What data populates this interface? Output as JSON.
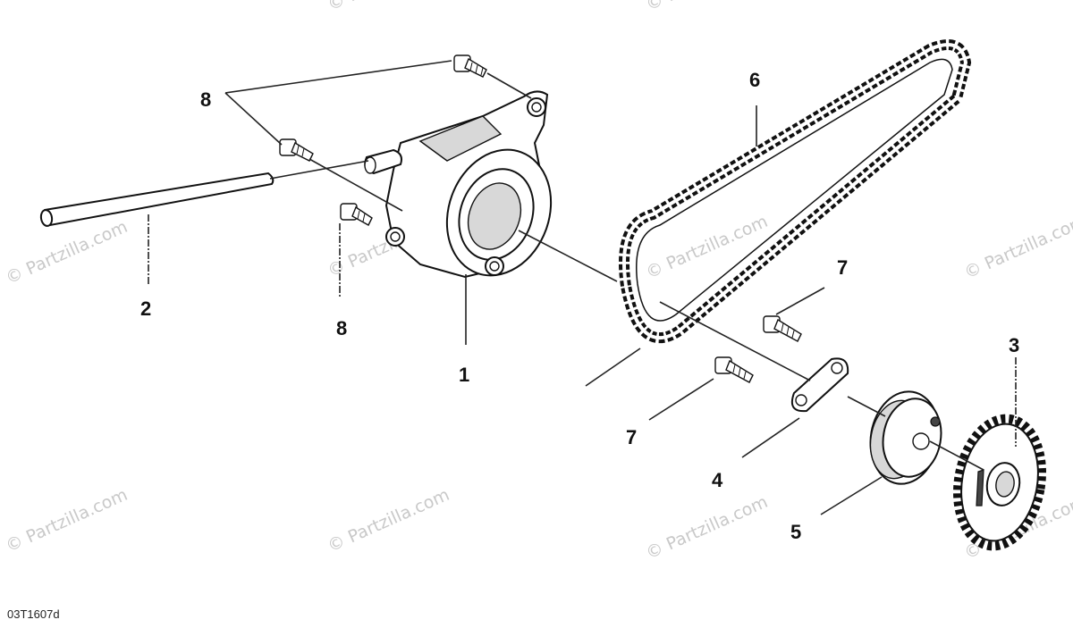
{
  "diagram": {
    "code": "03T1607d",
    "watermark": "© Partzilla.com",
    "callouts": [
      {
        "id": "c1",
        "label": "1"
      },
      {
        "id": "c2",
        "label": "2"
      },
      {
        "id": "c3",
        "label": "3"
      },
      {
        "id": "c4",
        "label": "4"
      },
      {
        "id": "c5",
        "label": "5"
      },
      {
        "id": "c6",
        "label": "6"
      },
      {
        "id": "c7a",
        "label": "7"
      },
      {
        "id": "c7b",
        "label": "7"
      },
      {
        "id": "c8a",
        "label": "8"
      },
      {
        "id": "c8b",
        "label": "8"
      }
    ]
  }
}
